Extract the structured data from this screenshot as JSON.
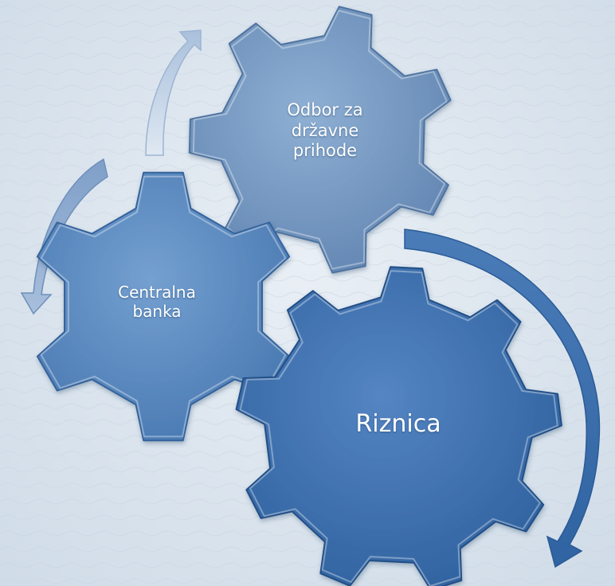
{
  "diagram": {
    "gears": {
      "odbor": {
        "label": "Odbor za\ndržavne\nprihode",
        "color": "#7b9dc3"
      },
      "centralna": {
        "label": "Centralna\nbanka",
        "color": "#5f8cc0"
      },
      "riznica": {
        "label": "Riznica",
        "color": "#3f74b2"
      }
    },
    "arrows": {
      "top_color": "#c8d6e8",
      "left_color": "#8aa9cf",
      "right_color": "#3c70ad"
    },
    "background": "#dde6ee"
  }
}
